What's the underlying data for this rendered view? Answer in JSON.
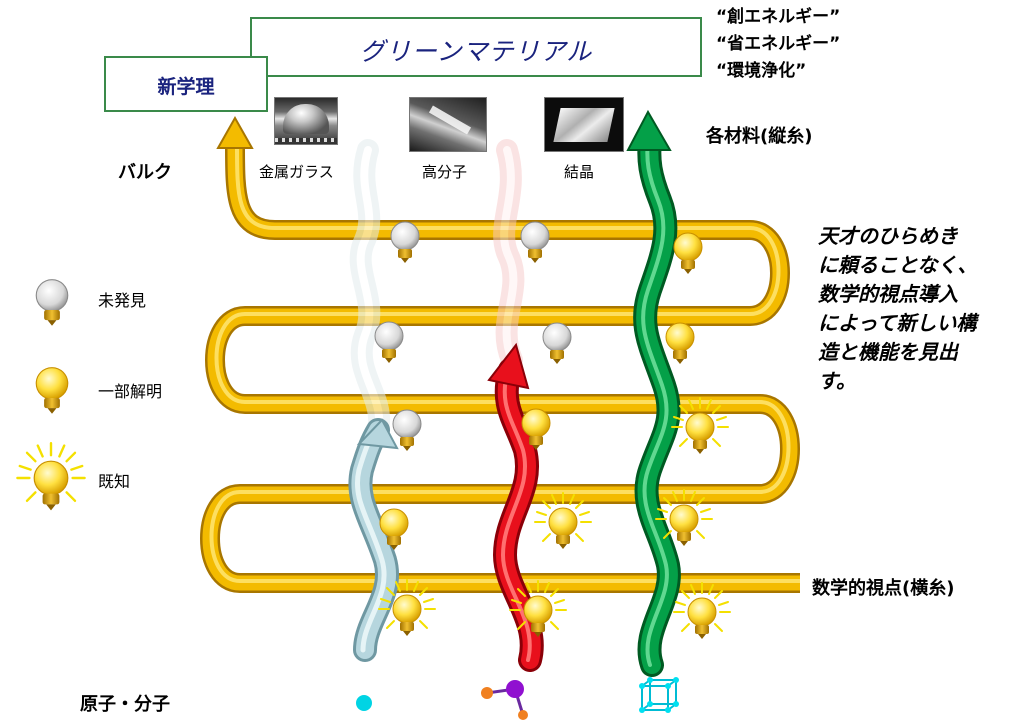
{
  "header": {
    "green_material": "グリーンマテリアル",
    "new_theory": "新学理",
    "goals": [
      "“創エネルギー”",
      "“省エネルギー”",
      "“環境浄化”"
    ]
  },
  "left": {
    "bulk": "バルク",
    "atoms_molecules": "原子・分子"
  },
  "materials": {
    "metallic_glass": "金属ガラス",
    "polymer": "高分子",
    "crystal": "結晶",
    "vertical_label": "各材料(縦糸)"
  },
  "horizontal_label": "数学的視点(横糸)",
  "legend": {
    "undiscovered": "未発見",
    "partially_solved": "一部解明",
    "known": "既知"
  },
  "motto": [
    "天才のひらめき",
    "に頼ることなく、",
    "数学的視点導入",
    "によって新しい構",
    "造と機能を見出",
    "す。"
  ],
  "colors": {
    "gold": "#f0b800",
    "light_blue": "#b4d4dc",
    "red": "#e00010",
    "green": "#009040",
    "box_border": "#3a8a4a",
    "title_blue": "#1a237e"
  }
}
